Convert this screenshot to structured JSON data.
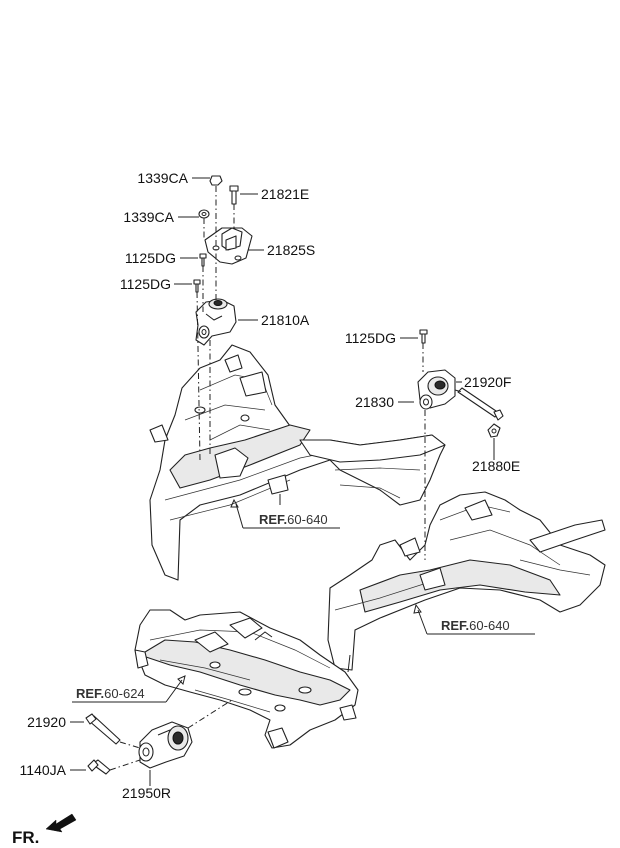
{
  "labels": {
    "p1339ca_top": "1339CA",
    "p21821e": "21821E",
    "p1339ca_mid": "1339CA",
    "p21825s": "21825S",
    "p1125dg_a": "1125DG",
    "p1125dg_b": "1125DG",
    "p21810a": "21810A",
    "p1125dg_c": "1125DG",
    "p21920f": "21920F",
    "p21830": "21830",
    "p21880e": "21880E",
    "p21920": "21920",
    "p1140ja": "1140JA",
    "p21950r": "21950R"
  },
  "refs": [
    {
      "prefix": "REF.",
      "number": "60-640"
    },
    {
      "prefix": "REF.",
      "number": "60-640"
    },
    {
      "prefix": "REF.",
      "number": "60-624"
    }
  ],
  "direction": {
    "label": "FR."
  },
  "colors": {
    "line": "#222222",
    "fill": "#ffffff",
    "shade": "#e9e9e9"
  }
}
